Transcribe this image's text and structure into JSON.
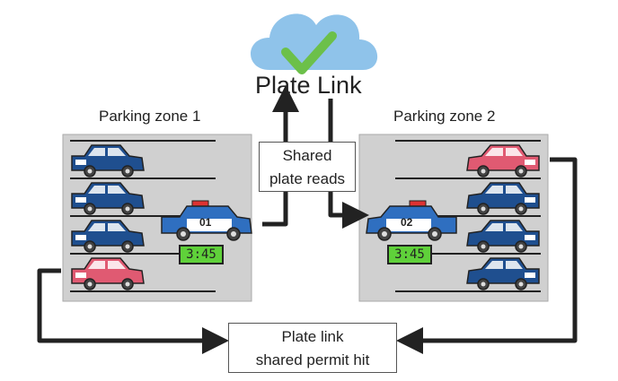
{
  "cloud": {
    "title": "Plate Link",
    "icon": "checkmark-icon"
  },
  "zones": [
    {
      "label": "Parking zone 1",
      "patrol_number": "01",
      "timer": "3:45"
    },
    {
      "label": "Parking zone 2",
      "patrol_number": "02",
      "timer": "3:45"
    }
  ],
  "center_box": {
    "line1": "Shared",
    "line2": "plate reads"
  },
  "bottom_box": {
    "line1": "Plate link",
    "line2": "shared permit hit"
  },
  "colors": {
    "cloud": "#8fc3ea",
    "check": "#6cc04a",
    "zone_bg": "#d0d0d0",
    "blue_car": "#1f4f8f",
    "red_car": "#e05a72",
    "police_car": "#2f6fc0",
    "timer_bg": "#5fd13a",
    "arrow": "#222222"
  }
}
